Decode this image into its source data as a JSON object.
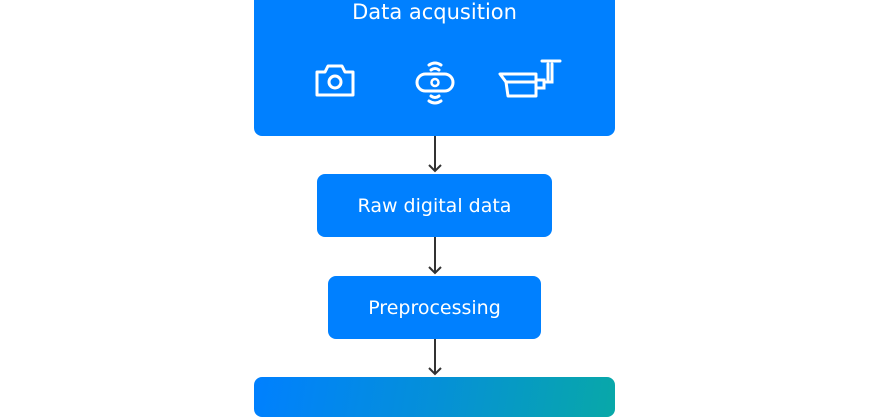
{
  "diagram": {
    "nodes": [
      {
        "label": "Data acqusition",
        "icons": [
          "camera-icon",
          "sensor-icon",
          "cctv-camera-icon"
        ]
      },
      {
        "label": "Raw digital data"
      },
      {
        "label": "Preprocessing"
      },
      {
        "label": ""
      }
    ],
    "colors": {
      "box": "#0080ff",
      "gradient_end": "#08a8a8",
      "arrow": "#333333",
      "text": "#ffffff"
    }
  }
}
